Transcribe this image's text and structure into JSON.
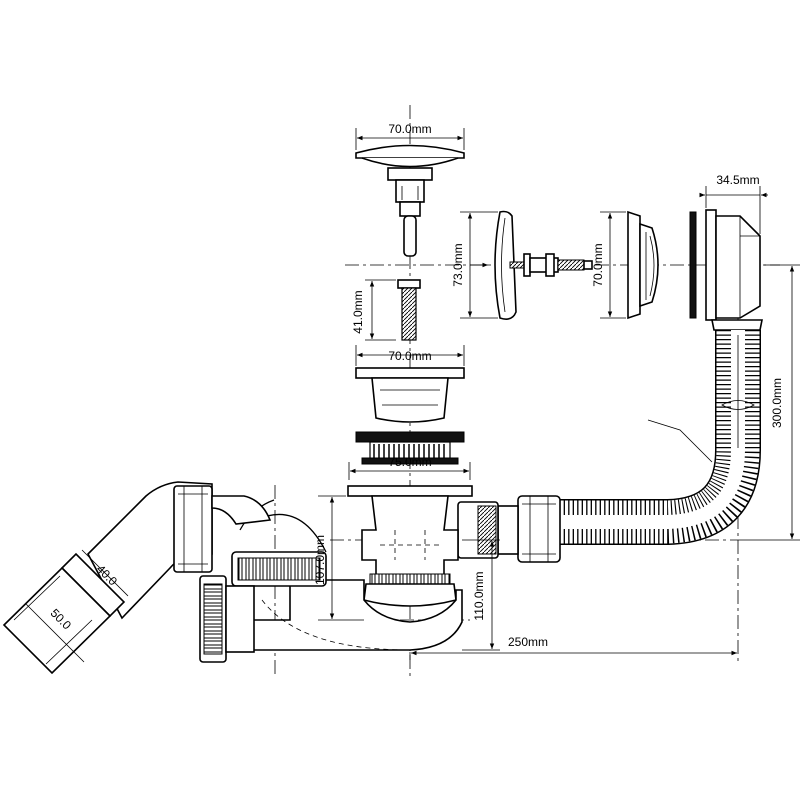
{
  "diagram": {
    "dimensions": {
      "cap_width": "70.0mm",
      "overflow_width": "34.5mm",
      "overflow_face_height": "73.0mm",
      "overflow_cover_height": "70.0mm",
      "screw_length": "41.0mm",
      "strainer_width": "70.0mm",
      "body_width": "75.0mm",
      "trap_height": "107.0mm",
      "outlet_height": "110.0mm",
      "hose_length": "300.0mm",
      "total_length": "250mm",
      "elbow_inner": "40.0",
      "elbow_outer": "50.0"
    }
  }
}
